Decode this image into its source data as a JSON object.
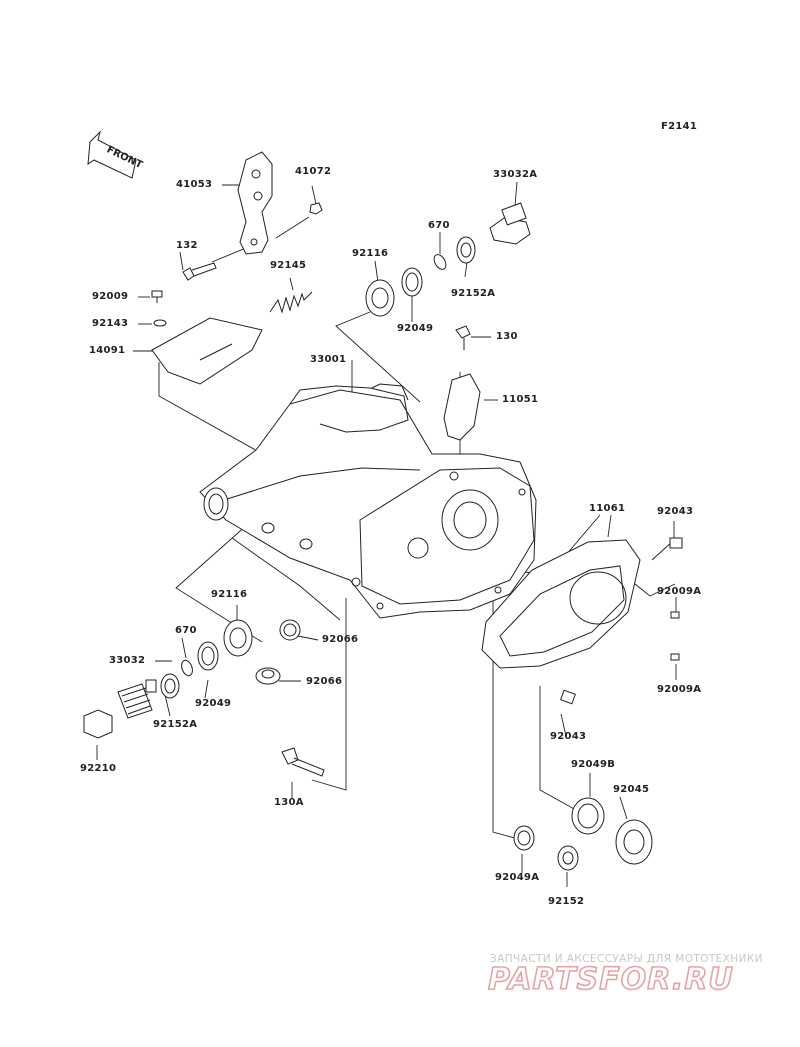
{
  "diagram": {
    "code": "F2141",
    "front_arrow_text": "FRONT",
    "labels": {
      "p41053": "41053",
      "p41072": "41072",
      "p132": "132",
      "p92145": "92145",
      "p92009": "92009",
      "p92143": "92143",
      "p14091": "14091",
      "p33032A": "33032A",
      "p670_top": "670",
      "p92116_top": "92116",
      "p92152A_top": "92152A",
      "p92049_top": "92049",
      "p130": "130",
      "p33001": "33001",
      "p11051": "11051",
      "p11061": "11061",
      "p92043_top": "92043",
      "p92009A_1": "92009A",
      "p92009A_2": "92009A",
      "p92116_bot": "92116",
      "p670_bot": "670",
      "p92066_1": "92066",
      "p92066_2": "92066",
      "p33032": "33032",
      "p92049_bot": "92049",
      "p92152A_bot": "92152A",
      "p92210": "92210",
      "p92043_bot": "92043",
      "p92049B": "92049B",
      "p92045": "92045",
      "p130A": "130A",
      "p92049A": "92049A",
      "p92152": "92152"
    }
  },
  "watermark": {
    "subtitle": "ЗАПЧАСТИ И АКСЕССУАРЫ ДЛЯ МОТОТЕХНИКИ",
    "logo": "PARTSFOR.RU"
  }
}
